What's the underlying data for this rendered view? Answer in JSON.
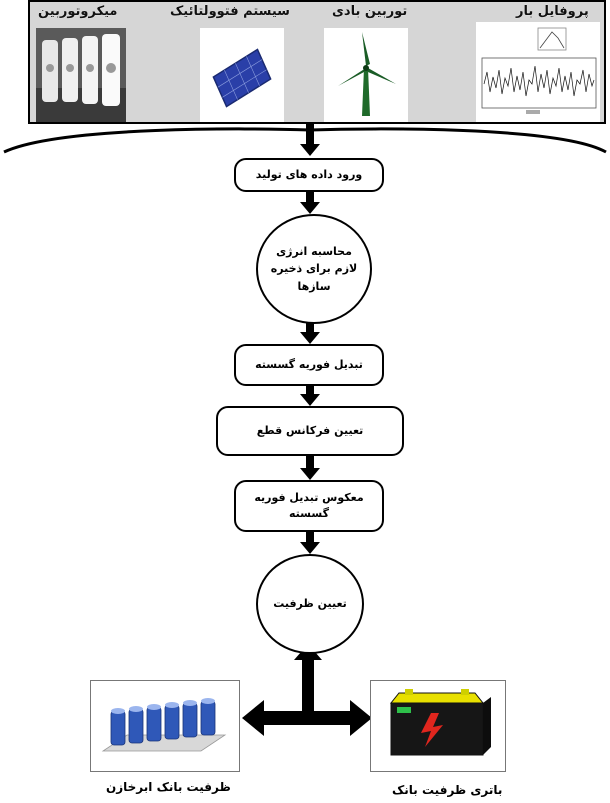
{
  "sources": {
    "microturbine": "میکروتوربین",
    "photovoltaic": "سیستم فتوولتائیک",
    "wind_turbine": "توربین بادی",
    "load_profile": "پروفایل بار"
  },
  "flow": {
    "step1": "ورود داده های تولید",
    "step2": "محاسبه انرژی لازم برای ذخیره سازها",
    "step3": "تبدیل فوریه گسسته",
    "step4": "تعیین فرکانس قطع",
    "step5": "معکوس تبدیل فوریه گسسته",
    "step6": "تعیین ظرفیت"
  },
  "storage": {
    "supercapacitor_label": "ظرفیت بانک ابرخازن",
    "battery_label": "باتری  ظرفیت بانک"
  }
}
